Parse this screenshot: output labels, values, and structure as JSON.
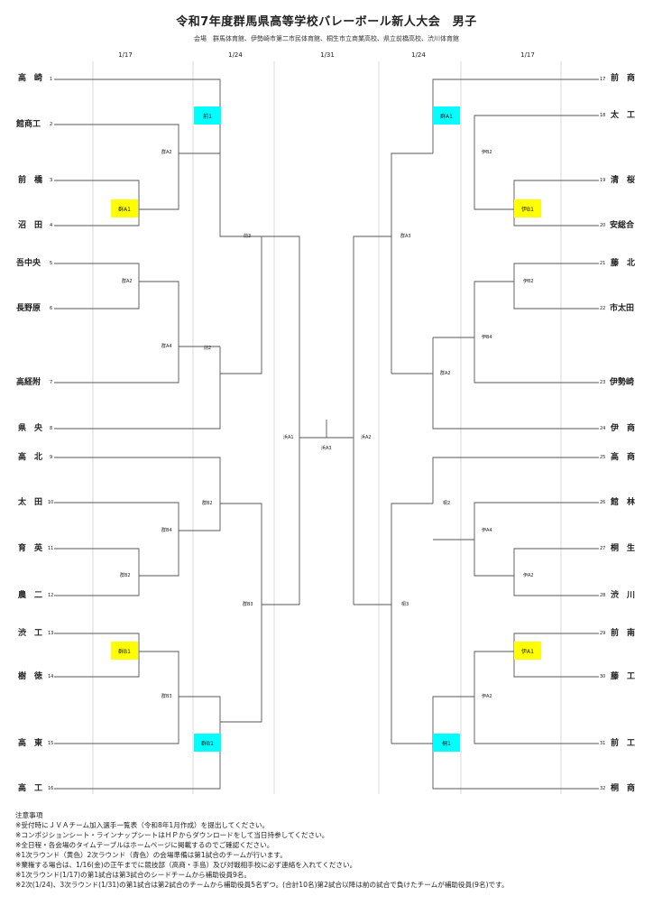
{
  "title": "令和7年度群馬県高等学校バレーボール新人大会　男子",
  "venue": "会場　群馬体育館、伊勢崎市第二市民体育館、桐生市立商業高校、県立前橋高校、渋川体育館",
  "dates": [
    "1/17",
    "1/24",
    "1/31",
    "1/24",
    "1/17"
  ],
  "left_teams": [
    {
      "name": "高　崎",
      "num": "1"
    },
    {
      "name": "館商工",
      "num": "2"
    },
    {
      "name": "前　橋",
      "num": "3"
    },
    {
      "name": "沼　田",
      "num": "4"
    },
    {
      "name": "吾中央",
      "num": "5"
    },
    {
      "name": "長野原",
      "num": "6"
    },
    {
      "name": "高経附",
      "num": "7"
    },
    {
      "name": "県　央",
      "num": "8"
    },
    {
      "name": "高　北",
      "num": "9"
    },
    {
      "name": "太　田",
      "num": "10"
    },
    {
      "name": "育　英",
      "num": "11"
    },
    {
      "name": "農　二",
      "num": "12"
    },
    {
      "name": "渋　工",
      "num": "13"
    },
    {
      "name": "樹　徳",
      "num": "14"
    },
    {
      "name": "高　東",
      "num": "15"
    },
    {
      "name": "高　工",
      "num": "16"
    }
  ],
  "right_teams": [
    {
      "name": "前　商",
      "num": "17"
    },
    {
      "name": "太　工",
      "num": "18"
    },
    {
      "name": "清　桜",
      "num": "19"
    },
    {
      "name": "安総合",
      "num": "20"
    },
    {
      "name": "藤　北",
      "num": "21"
    },
    {
      "name": "市太田",
      "num": "22"
    },
    {
      "name": "伊勢崎",
      "num": "23"
    },
    {
      "name": "伊　商",
      "num": "24"
    },
    {
      "name": "高　商",
      "num": "25"
    },
    {
      "name": "館　林",
      "num": "26"
    },
    {
      "name": "桐　生",
      "num": "27"
    },
    {
      "name": "渋　川",
      "num": "28"
    },
    {
      "name": "前　南",
      "num": "29"
    },
    {
      "name": "藤　工",
      "num": "30"
    },
    {
      "name": "前　工",
      "num": "31"
    },
    {
      "name": "桐　商",
      "num": "32"
    }
  ],
  "match_labels": [
    "群A2",
    "群A1",
    "群A2",
    "群A4",
    "群B2",
    "群B4",
    "群B2",
    "群B1",
    "群B3",
    "前3",
    "前2",
    "群B3",
    "浜A1",
    "浜A3",
    "浜A2",
    "群A3",
    "桐3",
    "伊B2",
    "伊B1",
    "伊B2",
    "伊B4",
    "群A2",
    "桐2",
    "伊A4",
    "伊A2",
    "伊A1",
    "伊A2"
  ],
  "badges": [
    {
      "label": "前1",
      "color": "#00ffff"
    },
    {
      "label": "群A1",
      "color": "#ffff00"
    },
    {
      "label": "群B1",
      "color": "#ffff00"
    },
    {
      "label": "群B1",
      "color": "#00ffff"
    },
    {
      "label": "群A1",
      "color": "#00ffff"
    },
    {
      "label": "伊B1",
      "color": "#ffff00"
    },
    {
      "label": "伊A1",
      "color": "#ffff00"
    },
    {
      "label": "桐1",
      "color": "#00ffff"
    }
  ],
  "notes": {
    "heading": "注意事項",
    "lines": [
      "※受付時にＪＶＡチーム加入選手一覧表（令和8年1月作成）を提出してください。",
      "※コンポジションシート・ラインナップシートはＨＰからダウンロードをして当日持参してください。",
      "※全日程・各会場のタイムテーブルはホームページに掲載するのでご確認ください。",
      "※1次ラウンド（黄色）2次ラウンド（青色）の会場準備は第1試合のチームが行います。",
      "※棄権する場合は、1/16(金)の正午までに競技部（高商・手島）及び対戦相手校に必ず連絡を入れてください。",
      "※1次ラウンド(1/17)の第1試合は第3試合のシードチームから補助役員9名。",
      "※2次(1/24)、3次ラウンド(1/31)の第1試合は第2試合のチームから補助役員5名ずつ。(合計10名)第2試合以降は前の試合で負けたチームが補助役員(9名)です。"
    ]
  }
}
